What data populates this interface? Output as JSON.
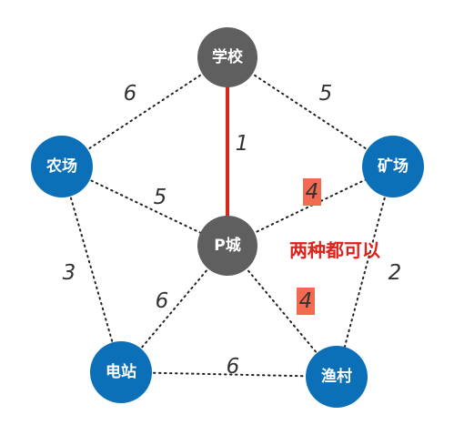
{
  "colors": {
    "hub_node": "#5f5f5f",
    "outer_node": "#0b70b8",
    "node_text": "#ffffff",
    "dotted_edge": "#222222",
    "highlighted_edge": "#d8261c",
    "weight_text": "#333333",
    "badge_fill": "#f26a50",
    "note_text": "#e0201a"
  },
  "nodes": [
    {
      "id": "school",
      "label": "学校",
      "kind": "hub"
    },
    {
      "id": "farm",
      "label": "农场",
      "kind": "outer"
    },
    {
      "id": "mine",
      "label": "矿场",
      "kind": "outer"
    },
    {
      "id": "pcity",
      "label": "P城",
      "kind": "hub"
    },
    {
      "id": "station",
      "label": "电站",
      "kind": "outer"
    },
    {
      "id": "village",
      "label": "渔村",
      "kind": "outer"
    }
  ],
  "edges": [
    {
      "from": "school",
      "to": "farm",
      "weight": "6",
      "style": "dotted"
    },
    {
      "from": "school",
      "to": "mine",
      "weight": "5",
      "style": "dotted"
    },
    {
      "from": "school",
      "to": "pcity",
      "weight": "1",
      "style": "highlighted"
    },
    {
      "from": "farm",
      "to": "pcity",
      "weight": "5",
      "style": "dotted"
    },
    {
      "from": "farm",
      "to": "station",
      "weight": "3",
      "style": "dotted"
    },
    {
      "from": "pcity",
      "to": "mine",
      "weight": "4",
      "style": "dotted",
      "badge": true
    },
    {
      "from": "pcity",
      "to": "village",
      "weight": "4",
      "style": "dotted",
      "badge": true
    },
    {
      "from": "pcity",
      "to": "station",
      "weight": "6",
      "style": "dotted"
    },
    {
      "from": "mine",
      "to": "village",
      "weight": "2",
      "style": "dotted"
    },
    {
      "from": "station",
      "to": "village",
      "weight": "6",
      "style": "dotted"
    }
  ],
  "note": "两种都可以"
}
